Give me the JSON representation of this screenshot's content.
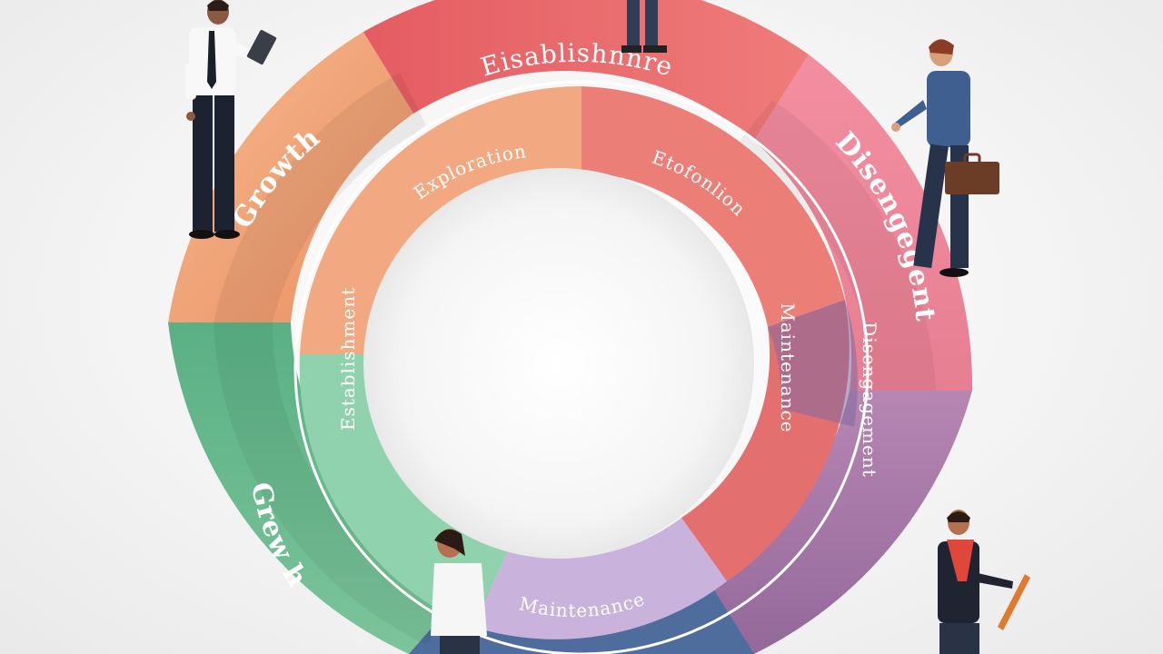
{
  "diagram": {
    "title_label": "Eisablishnnre",
    "outer_labels": [
      {
        "id": "growth_top",
        "text": "Growth"
      },
      {
        "id": "growth_bottom",
        "text": "Grew h"
      },
      {
        "id": "disengagement",
        "text": "Disengegent"
      }
    ],
    "inner_labels": [
      {
        "id": "exploration",
        "text": "Exploration"
      },
      {
        "id": "etofonlion",
        "text": "Etofonlion"
      },
      {
        "id": "left_vertical",
        "text": "Establishment"
      },
      {
        "id": "maintenance",
        "text": "Maintenance"
      },
      {
        "id": "right_vertical",
        "text": "Disengagement"
      },
      {
        "id": "bottom_curve",
        "text": "Maintenance"
      }
    ],
    "colors": {
      "growth_orange": "#f2a57a",
      "growth_green": "#62b58c",
      "establishment_red": "#e56a6d",
      "disengagement_pink": "#ee8ea2",
      "disengagement_purple": "#a679a5",
      "maintenance_blue": "#4f6d9c",
      "inner_orange": "#f2a981",
      "inner_green": "#8fd2ad",
      "inner_lavender": "#c9b3dc"
    },
    "figures": [
      {
        "id": "person-top-left",
        "icon": "businessman-with-tablet"
      },
      {
        "id": "person-top-center",
        "icon": "person-legs"
      },
      {
        "id": "person-right",
        "icon": "businessman-with-briefcase"
      },
      {
        "id": "person-bottom",
        "icon": "woman-standing"
      },
      {
        "id": "person-bottom-right",
        "icon": "man-with-scarf"
      }
    ]
  }
}
